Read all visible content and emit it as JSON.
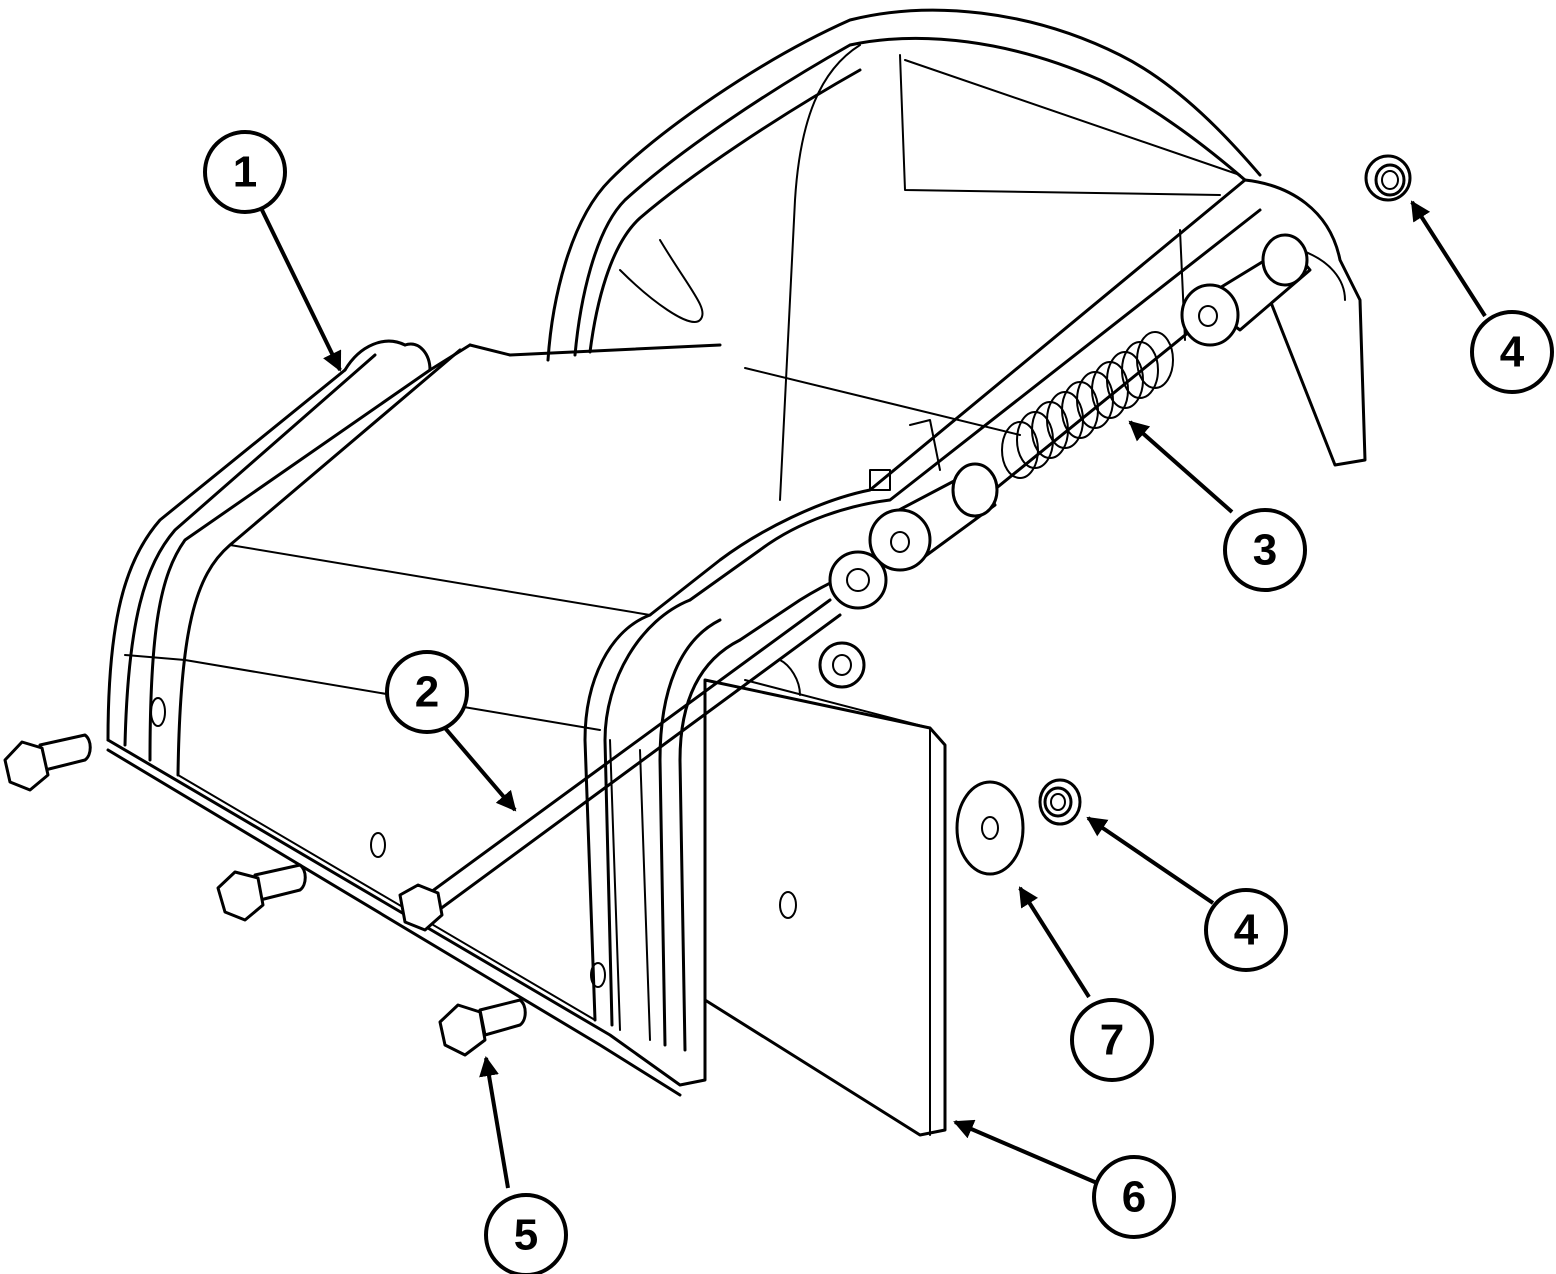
{
  "callouts": [
    {
      "label": "1"
    },
    {
      "label": "2"
    },
    {
      "label": "3"
    },
    {
      "label": "4"
    },
    {
      "label": "4"
    },
    {
      "label": "5"
    },
    {
      "label": "6"
    },
    {
      "label": "7"
    }
  ]
}
